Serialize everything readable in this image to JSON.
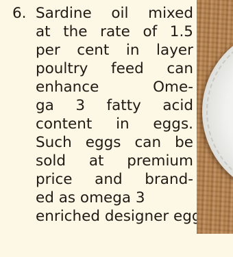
{
  "item": {
    "number": "6.",
    "lines": [
      "Sardine oil mixed",
      "at the rate of 1.5",
      "per cent in layer",
      "poultry feed can",
      "enhance Ome-",
      "ga 3 fatty acid",
      "content in eggs.",
      "Such eggs can be",
      "sold at premium",
      "price and brand-",
      "ed as omega 3",
      "enriched designer egg."
    ]
  }
}
